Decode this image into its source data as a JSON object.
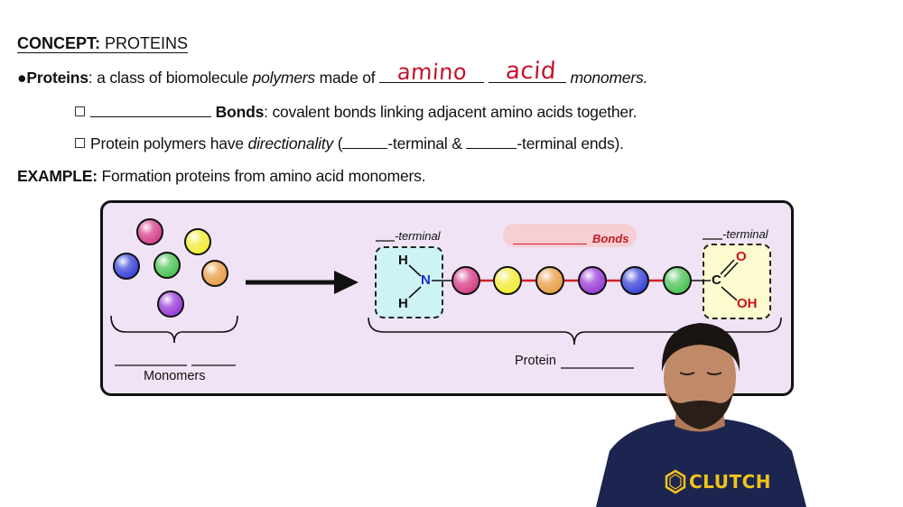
{
  "header": {
    "concept_label": "CONCEPT:",
    "concept_title": "PROTEINS"
  },
  "definition": {
    "bullet": "●",
    "term": "Proteins",
    "text_a": ": a class of biomolecule ",
    "italic_word": "polymers",
    "text_b": " made of ",
    "handwritten_blank_1": "amino",
    "handwritten_blank_2": "acid",
    "text_end": "monomers."
  },
  "sub_points": [
    {
      "bold": "Bonds",
      "text": ": covalent bonds linking adjacent amino acids together."
    },
    {
      "text_a": "Protein polymers have ",
      "italic_word": "directionality",
      "text_b": " (",
      "text_c": "-terminal & ",
      "text_d": "-terminal ends)."
    }
  ],
  "example": {
    "label": "EXAMPLE:",
    "text": "Formation proteins from amino acid monomers."
  },
  "diagram": {
    "monomers_label": "Monomers",
    "protein_label": "Protein",
    "n_terminal_label": "-terminal",
    "c_terminal_label": "-terminal",
    "bonds_label": "Bonds",
    "n_group": {
      "h_top": "H",
      "n": "N",
      "h_bottom": "H"
    },
    "c_group": {
      "c": "C",
      "o": "O",
      "oh": "OH"
    },
    "monomer_colors": [
      "#d6438a",
      "#f2ec3a",
      "#3d46d8",
      "#4fc45a",
      "#e9a04a",
      "#9a3fd8"
    ],
    "chain_colors": [
      "#d6438a",
      "#f2ec3a",
      "#e9a04a",
      "#9a3fd8",
      "#3d46d8",
      "#4fc45a"
    ],
    "bond_color": "#d0202a",
    "background": "#efe3f5"
  },
  "presenter": {
    "shirt_text": "CLUTCH",
    "shirt_color": "#1c2550",
    "logo_color": "#f2c21a"
  }
}
